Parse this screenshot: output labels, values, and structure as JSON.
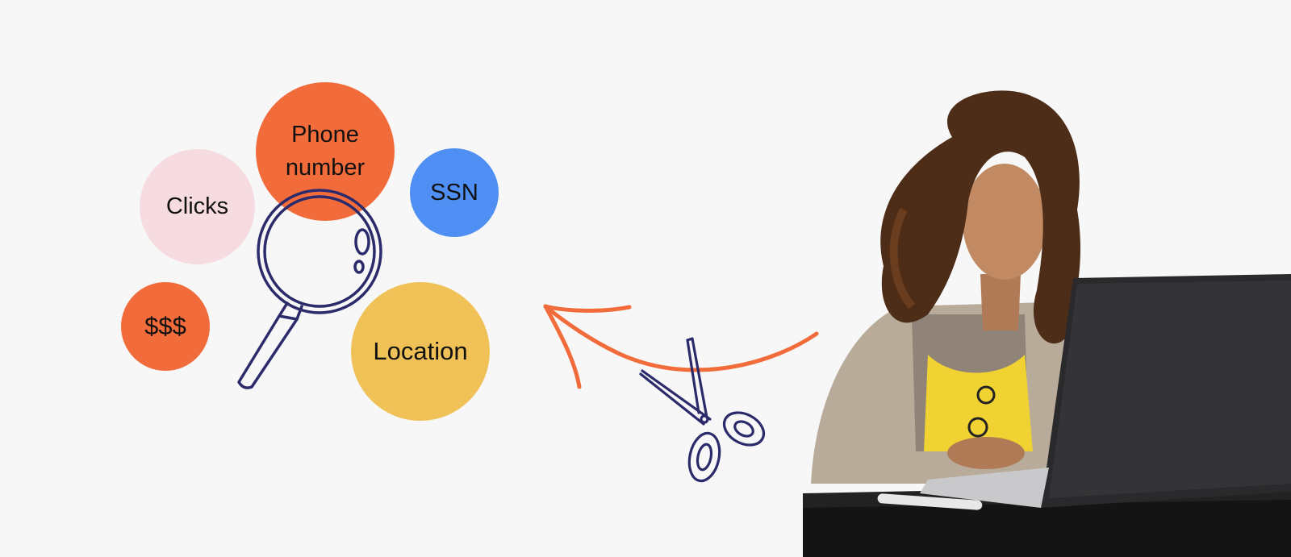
{
  "colors": {
    "background": "#f7f7f7",
    "orange": "#f26b3a",
    "pink": "#f6dbe1",
    "blue": "#4f8ef2",
    "yellow": "#f0c157",
    "navy": "#2b2a6b"
  },
  "bubbles": {
    "clicks": "Clicks",
    "phone": "Phone number",
    "ssn": "SSN",
    "money": "$$$",
    "location": "Location"
  },
  "icons": [
    "magnifying-glass-icon",
    "scissors-icon",
    "curved-arrow-icon"
  ],
  "photo": {
    "subject": "woman-at-laptop"
  }
}
